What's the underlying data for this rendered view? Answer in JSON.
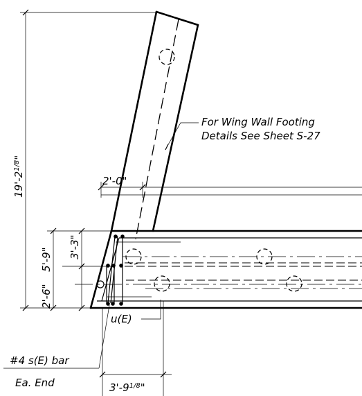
{
  "notes": {
    "footing_ref_line1": "For Wing Wall Footing",
    "footing_ref_line2": "Details See Sheet S-27",
    "bar_label": "#4 s(E) bar",
    "each_end": "Ea. End",
    "u_label": "u(E)"
  },
  "dimensions": {
    "overall_height_main": "19'-2",
    "overall_height_frac": "1/8",
    "overall_height_quote": "\"",
    "width_top": "2'-0\"",
    "height_5_9": "5'-9\"",
    "height_3_3": "3'-3\"",
    "height_2_6": "2'-6\"",
    "bottom_main": "3'-9",
    "bottom_frac": "1/8",
    "bottom_quote": "\""
  }
}
